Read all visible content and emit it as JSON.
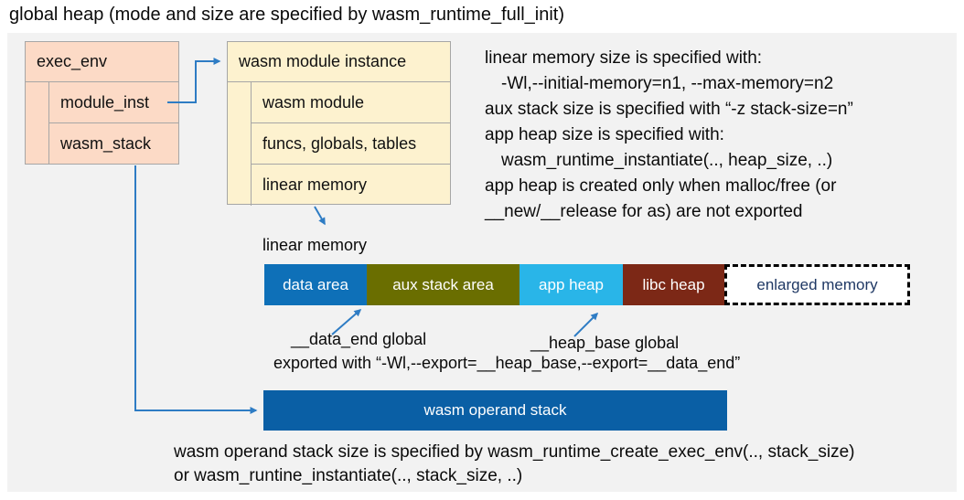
{
  "title": "global heap (mode and size are specified by wasm_runtime_full_init)",
  "exec_env": {
    "header": "exec_env",
    "rows": [
      "module_inst",
      "wasm_stack"
    ]
  },
  "module_instance": {
    "header": "wasm module instance",
    "rows": [
      "wasm module",
      "funcs, globals, tables",
      "linear memory"
    ]
  },
  "notes_right": {
    "lines": [
      "linear memory size is specified with:",
      "-Wl,--initial-memory=n1, --max-memory=n2",
      "aux stack size is specified with “-z stack-size=n”",
      "app heap size is specified with:",
      "wasm_runtime_instantiate(.., heap_size, ..)",
      "app heap is created only when malloc/free (or",
      "__new/__release for as) are not exported"
    ]
  },
  "linear_memory": {
    "label": "linear memory",
    "segments": [
      {
        "label": "data area",
        "color": "#0e70b8",
        "text_color": "#ffffff"
      },
      {
        "label": "aux stack area",
        "color": "#6a6e00",
        "text_color": "#ffffff"
      },
      {
        "label": "app heap",
        "color": "#29b5e8",
        "text_color": "#ffffff"
      },
      {
        "label": "libc heap",
        "color": "#7c2816",
        "text_color": "#ffffff"
      },
      {
        "label": "enlarged memory",
        "color": "#ffffff",
        "text_color": "#1f3864"
      }
    ],
    "annotations": {
      "data_end": "__data_end global",
      "heap_base": "__heap_base global",
      "exported": "exported with “-Wl,--export=__heap_base,--export=__data_end”"
    }
  },
  "operand_stack": {
    "label": "wasm operand stack",
    "notes": [
      "wasm operand stack size is specified by wasm_runtime_create_exec_env(.., stack_size)",
      "or wasm_runtine_instantiate(.., stack_size, ..)"
    ]
  },
  "colors": {
    "panel_bg": "#f2f2f2",
    "exec_env_fill": "#fcdac6",
    "module_instance_fill": "#fdf2cf",
    "operand_stack_fill": "#0a5fa5",
    "arrow": "#2e7cc4",
    "box_border": "#a6a6a6"
  }
}
